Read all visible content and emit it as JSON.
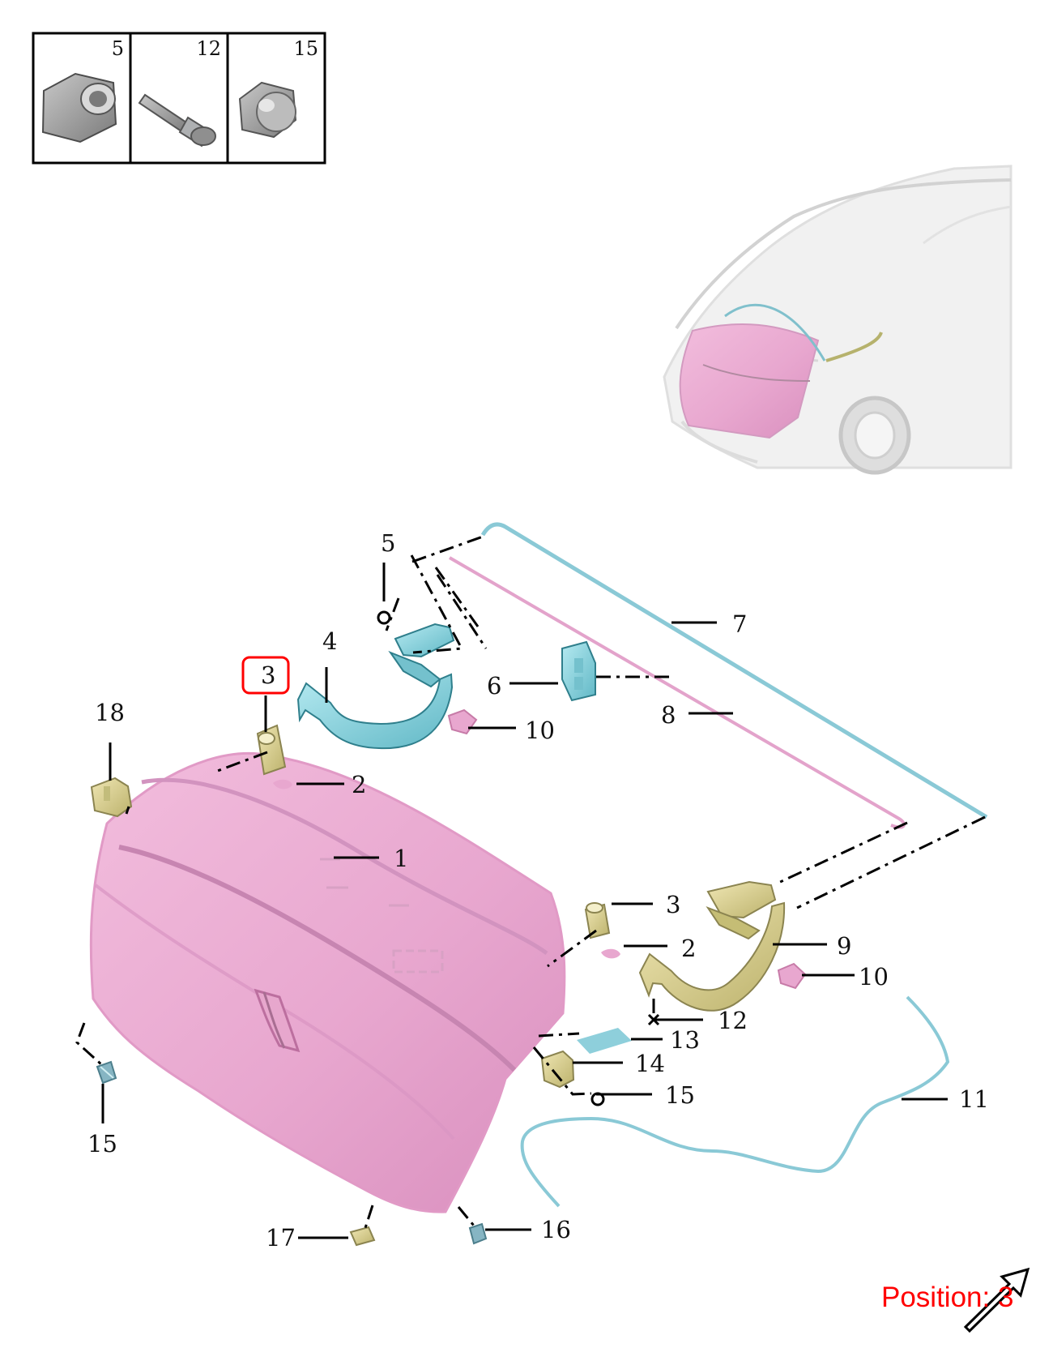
{
  "legend": {
    "items": [
      {
        "number": "5"
      },
      {
        "number": "12"
      },
      {
        "number": "15"
      }
    ]
  },
  "labels": {
    "n1": "1",
    "n2a": "2",
    "n2b": "2",
    "n3a": "3",
    "n3b": "3",
    "n4": "4",
    "n5": "5",
    "n6": "6",
    "n7": "7",
    "n8": "8",
    "n9": "9",
    "n10a": "10",
    "n10b": "10",
    "n11": "11",
    "n12": "12",
    "n13": "13",
    "n14": "14",
    "n15a": "15",
    "n15b": "15",
    "n16": "16",
    "n17": "17",
    "n18": "18"
  },
  "position": {
    "text": "Position: 3"
  },
  "colors": {
    "pink": "#e8a7cf",
    "cyan": "#87cfd9",
    "olive": "#d7d093",
    "grey": "#e4e4e4",
    "highlight": "#ff0000"
  }
}
